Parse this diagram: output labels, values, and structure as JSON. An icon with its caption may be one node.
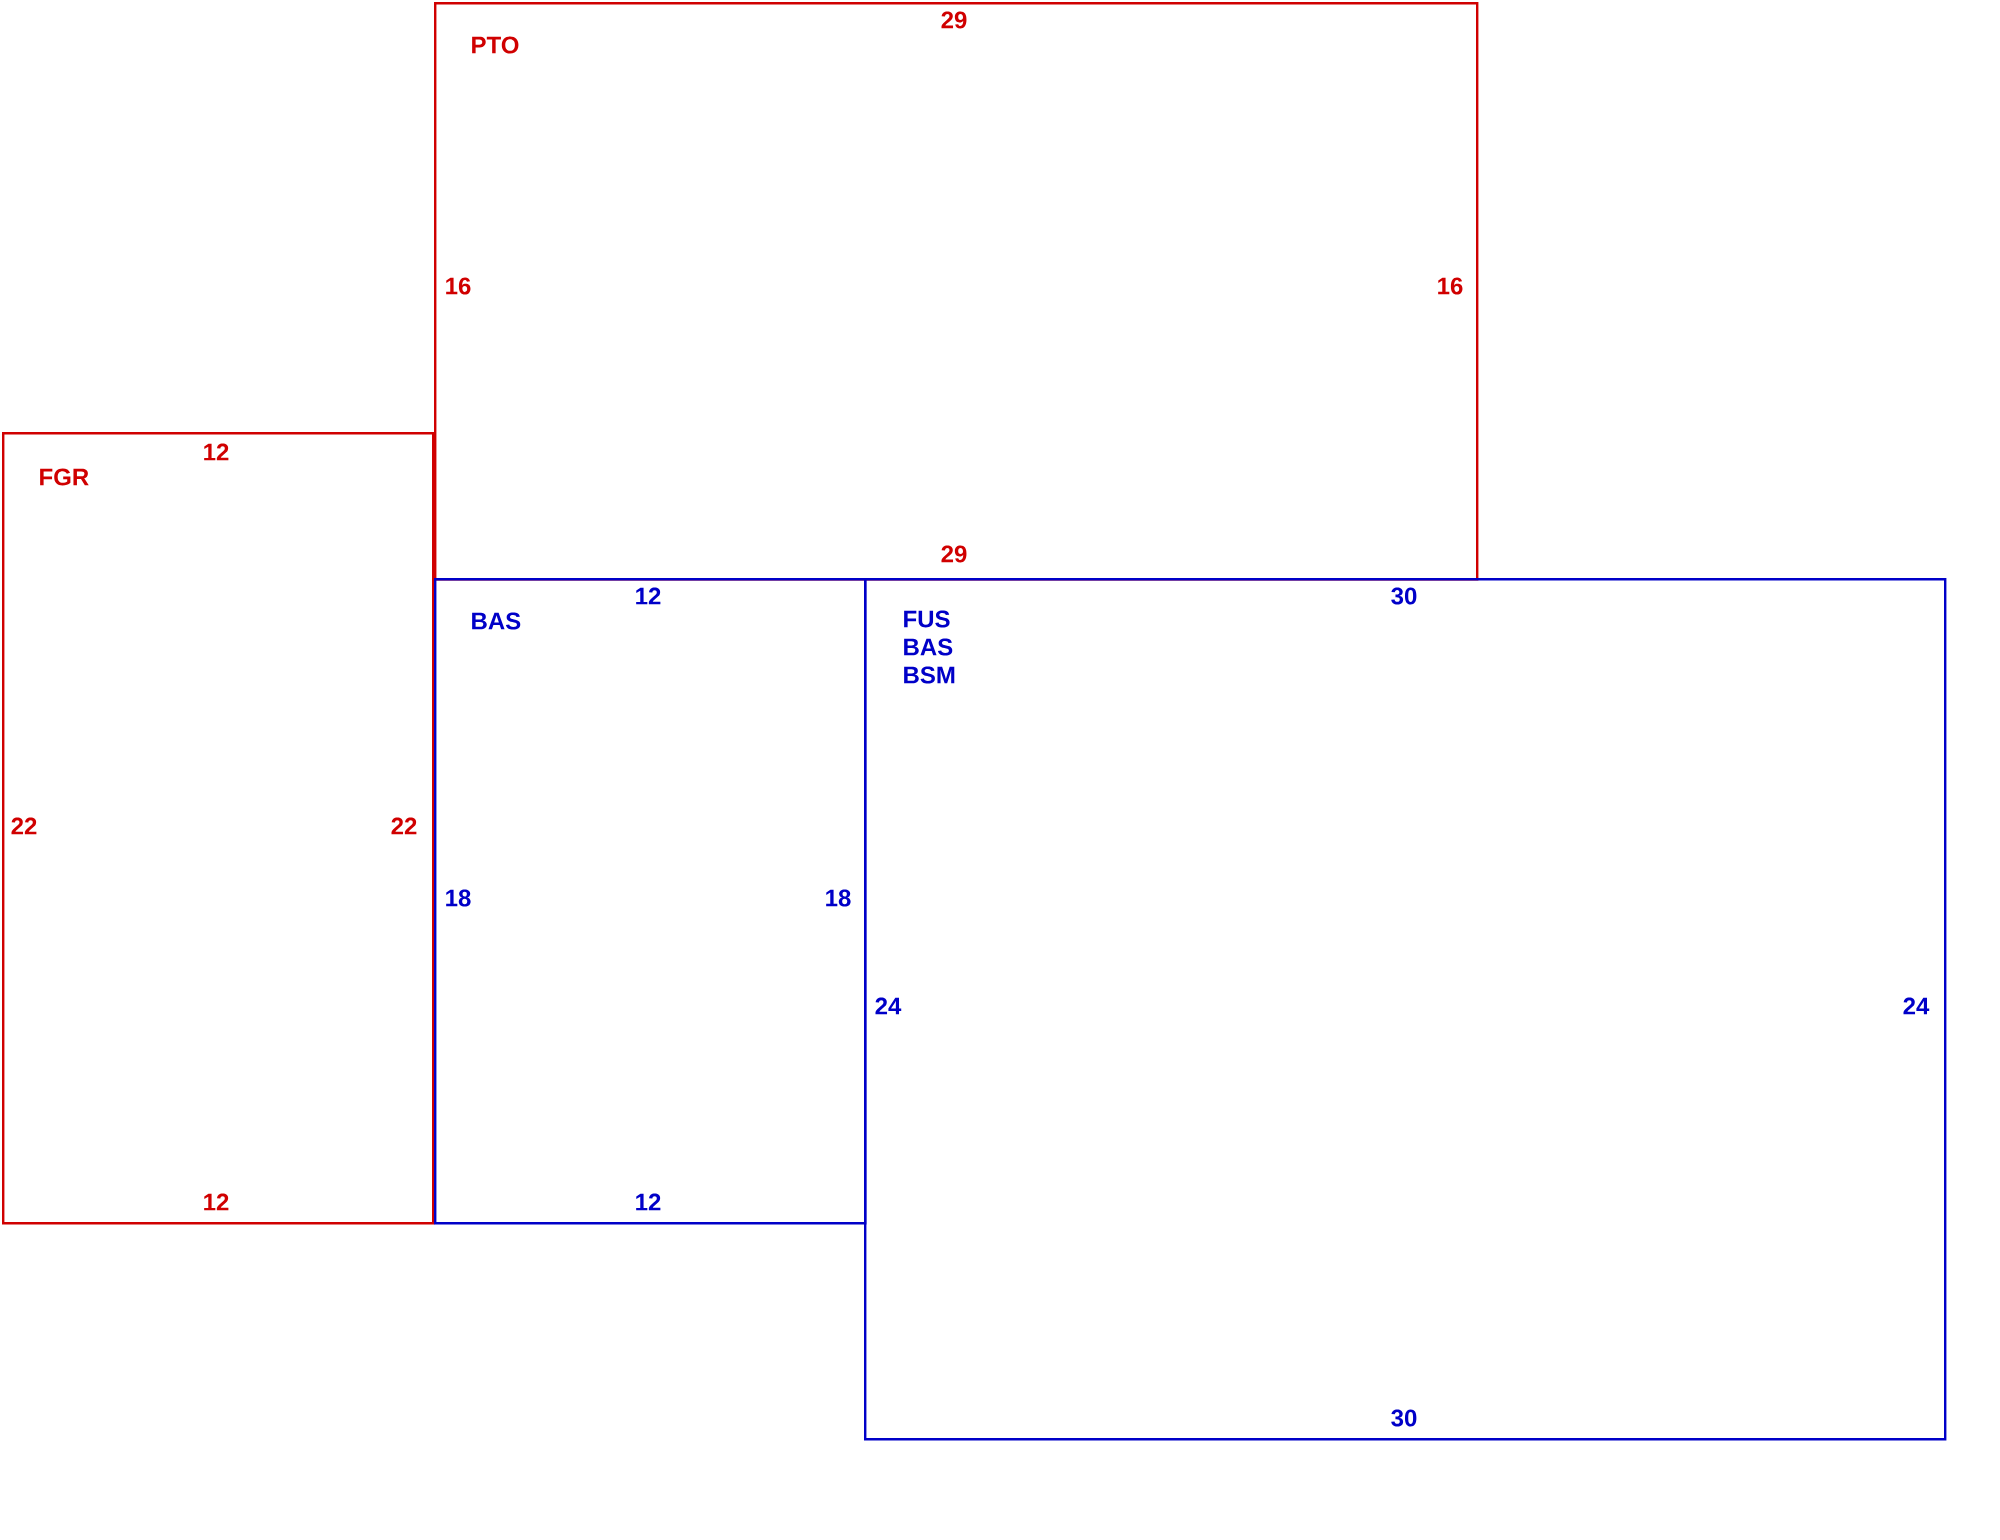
{
  "diagram": {
    "nodes": [
      {
        "text": [
          "PTO",
          "29",
          "16",
          "16",
          "29"
        ]
      },
      {
        "text": [
          "FGR",
          "12",
          "22",
          "22",
          "12"
        ]
      },
      {
        "text": [
          "BAS",
          "12",
          "18",
          "18",
          "12"
        ]
      },
      {
        "text": [
          "FUS BAS BSM",
          "30",
          "24",
          "24",
          "30"
        ]
      }
    ],
    "edges": []
  }
}
